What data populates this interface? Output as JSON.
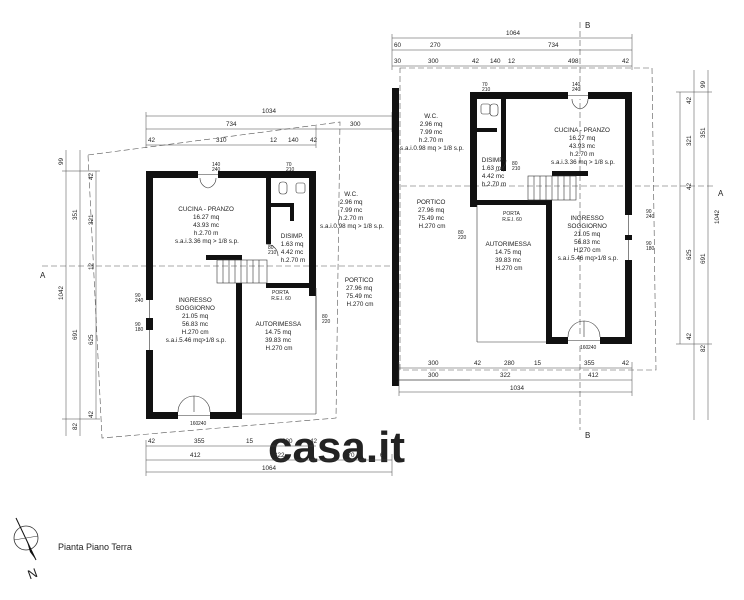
{
  "caption": "Pianta Piano Terra",
  "watermark": "casa.it",
  "north_label": "N",
  "section_labels": {
    "A": "A",
    "B": "B"
  },
  "left_plan": {
    "rooms": {
      "cucina": [
        "CUCINA - PRANZO",
        "16.27 mq",
        "43.93 mc",
        "h.2.70 m",
        "s.a.i.3.36 mq > 1/8 s.p."
      ],
      "soggiorno": [
        "INGRESSO",
        "SOGGIORNO",
        "21.05 mq",
        "56.83 mc",
        "H.270 cm",
        "s.a.i.5.46 mq>1/8 s.p."
      ],
      "wc": [
        "W.C.",
        "2.96 mq",
        "7.99 mc",
        "h.2.70 m",
        "s.a.i.0.98 mq > 1/8 s.p."
      ],
      "disimp": [
        "DISIMP.",
        "1.63 mq",
        "4.42 mc",
        "h.2.70 m"
      ],
      "portico": [
        "PORTICO",
        "27.96 mq",
        "75.49 mc",
        "H.270 cm"
      ],
      "autorimessa": [
        "AUTORIMESSA",
        "14.75 mq",
        "39.83 mc",
        "H.270 cm"
      ],
      "porta": [
        "PORTA",
        "R.E.I. 60"
      ]
    },
    "dims_top": [
      "1034",
      "734",
      "300",
      "42",
      "310",
      "12",
      "140",
      "42"
    ],
    "dims_bottom": [
      "42",
      "355",
      "15",
      "280",
      "42",
      "412",
      "322",
      "270",
      "60",
      "1064"
    ],
    "dims_left": [
      "99",
      "351",
      "321",
      "42",
      "12",
      "1042",
      "691",
      "625",
      "82",
      "42"
    ],
    "openings": [
      "140",
      "240",
      "70",
      "210",
      "80",
      "210",
      "90",
      "240",
      "90",
      "180",
      "80",
      "220",
      "160",
      "240"
    ]
  },
  "right_plan": {
    "rooms": {
      "cucina": [
        "CUCINA - PRANZO",
        "16.27 mq",
        "43.93 mc",
        "h.2.70 m",
        "s.a.i.3.36 mq > 1/8 s.p."
      ],
      "soggiorno": [
        "INGRESSO",
        "SOGGIORNO",
        "21.05 mq",
        "56.83 mc",
        "H.270 cm",
        "s.a.i.5.46 mq>1/8 s.p."
      ],
      "wc": [
        "W.C.",
        "2.96 mq",
        "7.99 mc",
        "h.2.70 m",
        "s.a.i.0.98 mq > 1/8 s.p."
      ],
      "disimp": [
        "DISIMP.",
        "1.63 mq",
        "4.42 mc",
        "h.2.70 m"
      ],
      "portico": [
        "PORTICO",
        "27.96 mq",
        "75.49 mc",
        "H.270 cm"
      ],
      "autorimessa": [
        "AUTORIMESSA",
        "14.75 mq",
        "39.83 mc",
        "H.270 cm"
      ],
      "porta": [
        "PORTA",
        "R.E.I. 60"
      ]
    },
    "dims_top": [
      "1064",
      "60",
      "270",
      "734",
      "30",
      "300",
      "42",
      "140",
      "12",
      "498",
      "42"
    ],
    "dims_bottom": [
      "300",
      "42",
      "280",
      "15",
      "355",
      "42",
      "300",
      "322",
      "412",
      "1034"
    ],
    "dims_right": [
      "99",
      "42",
      "351",
      "321",
      "42",
      "1042",
      "691",
      "625",
      "42",
      "82"
    ],
    "openings": [
      "140",
      "240",
      "70",
      "210",
      "80",
      "210",
      "90",
      "240",
      "90",
      "180",
      "80",
      "220",
      "160",
      "240"
    ]
  }
}
